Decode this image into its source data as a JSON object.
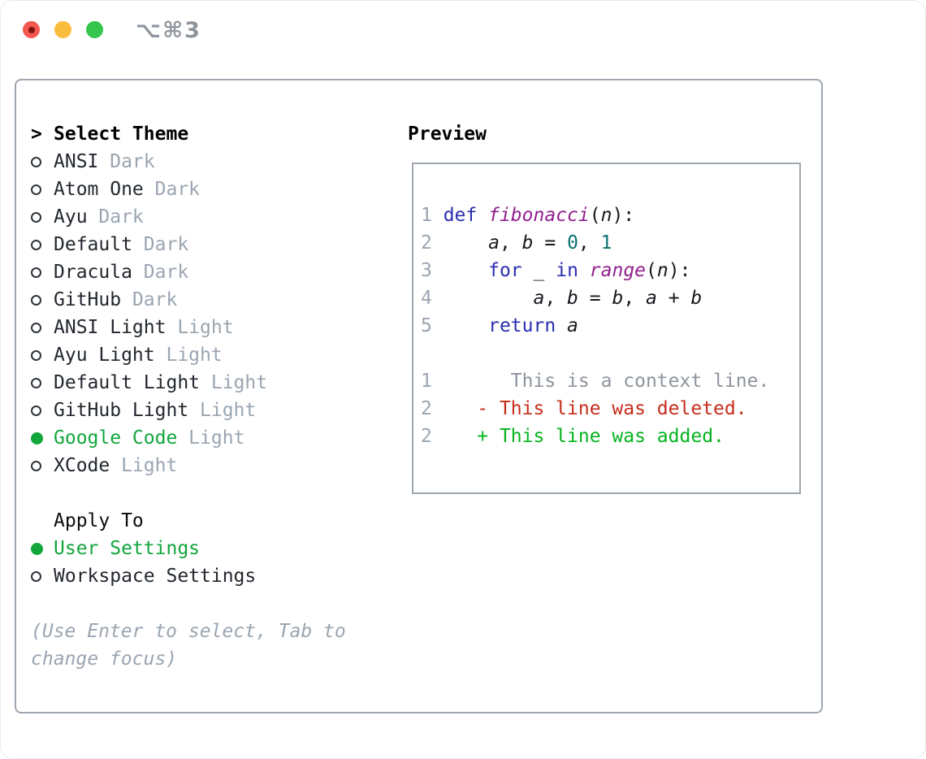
{
  "window": {
    "shortcut_label": "⌥⌘3"
  },
  "colors": {
    "keyword": "#2a2eae",
    "function": "#91218f",
    "number": "#0d7070",
    "text": "#16191d",
    "context": "#8d949c",
    "deleted": "#c62d1c",
    "added": "#06b31f",
    "selected_green": "#12a63c",
    "secondary_gray": "#9aa5b1",
    "border_gray": "#9ea6b0"
  },
  "select_theme": {
    "prompt": ">",
    "title": "Select Theme",
    "themes": [
      {
        "name": "ANSI",
        "variant": "Dark",
        "selected": false
      },
      {
        "name": "Atom One",
        "variant": "Dark",
        "selected": false
      },
      {
        "name": "Ayu",
        "variant": "Dark",
        "selected": false
      },
      {
        "name": "Default",
        "variant": "Dark",
        "selected": false
      },
      {
        "name": "Dracula",
        "variant": "Dark",
        "selected": false
      },
      {
        "name": "GitHub",
        "variant": "Dark",
        "selected": false
      },
      {
        "name": "ANSI Light",
        "variant": "Light",
        "selected": false
      },
      {
        "name": "Ayu Light",
        "variant": "Light",
        "selected": false
      },
      {
        "name": "Default Light",
        "variant": "Light",
        "selected": false
      },
      {
        "name": "GitHub Light",
        "variant": "Light",
        "selected": false
      },
      {
        "name": "Google Code",
        "variant": "Light",
        "selected": true
      },
      {
        "name": "XCode",
        "variant": "Light",
        "selected": false
      }
    ]
  },
  "apply_to": {
    "title": "Apply To",
    "options": [
      {
        "label": "User Settings",
        "selected": true
      },
      {
        "label": "Workspace Settings",
        "selected": false
      }
    ]
  },
  "hint_lines": [
    "(Use Enter to select, Tab to",
    "change focus)"
  ],
  "preview": {
    "title": "Preview",
    "lines": [
      {
        "num": "1",
        "tokens": [
          {
            "t": "def",
            "c": "keyword"
          },
          {
            "t": " ",
            "c": "text"
          },
          {
            "t": "fibonacci",
            "c": "function",
            "i": true
          },
          {
            "t": "(",
            "c": "text"
          },
          {
            "t": "n",
            "c": "text",
            "i": true
          },
          {
            "t": "):",
            "c": "text"
          }
        ]
      },
      {
        "num": "2",
        "tokens": [
          {
            "t": "    ",
            "c": "text"
          },
          {
            "t": "a",
            "c": "text",
            "i": true
          },
          {
            "t": ", ",
            "c": "text"
          },
          {
            "t": "b",
            "c": "text",
            "i": true
          },
          {
            "t": " = ",
            "c": "text"
          },
          {
            "t": "0",
            "c": "number"
          },
          {
            "t": ", ",
            "c": "text"
          },
          {
            "t": "1",
            "c": "number"
          }
        ]
      },
      {
        "num": "3",
        "tokens": [
          {
            "t": "    ",
            "c": "text"
          },
          {
            "t": "for",
            "c": "keyword"
          },
          {
            "t": " ",
            "c": "text"
          },
          {
            "t": "_",
            "c": "text",
            "i": true
          },
          {
            "t": " ",
            "c": "text"
          },
          {
            "t": "in",
            "c": "keyword"
          },
          {
            "t": " ",
            "c": "text"
          },
          {
            "t": "range",
            "c": "function",
            "i": true
          },
          {
            "t": "(",
            "c": "text"
          },
          {
            "t": "n",
            "c": "text",
            "i": true
          },
          {
            "t": "):",
            "c": "text"
          }
        ]
      },
      {
        "num": "4",
        "tokens": [
          {
            "t": "        ",
            "c": "text"
          },
          {
            "t": "a",
            "c": "text",
            "i": true
          },
          {
            "t": ", ",
            "c": "text"
          },
          {
            "t": "b",
            "c": "text",
            "i": true
          },
          {
            "t": " = ",
            "c": "text"
          },
          {
            "t": "b",
            "c": "text",
            "i": true
          },
          {
            "t": ", ",
            "c": "text"
          },
          {
            "t": "a",
            "c": "text",
            "i": true
          },
          {
            "t": " + ",
            "c": "text"
          },
          {
            "t": "b",
            "c": "text",
            "i": true
          }
        ]
      },
      {
        "num": "5",
        "tokens": [
          {
            "t": "    ",
            "c": "text"
          },
          {
            "t": "return",
            "c": "keyword"
          },
          {
            "t": " ",
            "c": "text"
          },
          {
            "t": "a",
            "c": "text",
            "i": true
          }
        ]
      },
      {
        "num": "",
        "tokens": []
      },
      {
        "num": "1",
        "tokens": [
          {
            "t": "      ",
            "c": "context"
          },
          {
            "t": "This is a context line.",
            "c": "context"
          }
        ]
      },
      {
        "num": "2",
        "tokens": [
          {
            "t": "   ",
            "c": "text"
          },
          {
            "t": "- This line was deleted.",
            "c": "deleted"
          }
        ]
      },
      {
        "num": "2",
        "tokens": [
          {
            "t": "   ",
            "c": "text"
          },
          {
            "t": "+ This line was added.",
            "c": "added"
          }
        ]
      }
    ]
  }
}
